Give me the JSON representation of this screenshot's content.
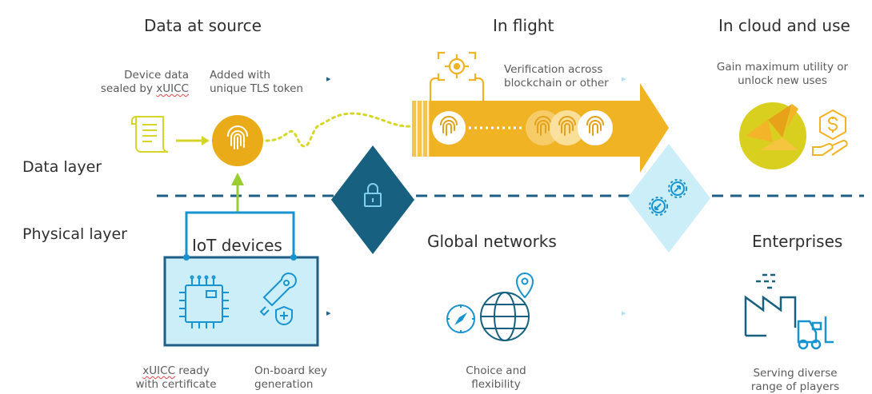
{
  "headings": {
    "source": "Data at source",
    "flight": "In flight",
    "cloud": "In cloud and use",
    "iot": "IoT devices",
    "networks": "Global networks",
    "enterprises": "Enterprises"
  },
  "layers": {
    "data": "Data layer",
    "physical": "Physical layer"
  },
  "captions": {
    "device_data_1": "Device data",
    "device_data_2_pre": "sealed by ",
    "device_data_2_sq": "xUICC",
    "tls_1": "Added with",
    "tls_2": "unique TLS token",
    "verify_1": "Verification across",
    "verify_2": "blockchain or other",
    "gain_1": "Gain maximum utility or",
    "gain_2": "unlock new uses",
    "cert_1_sq": "xUICC",
    "cert_1_post": " ready",
    "cert_2": "with certificate",
    "key_1": "On-board key",
    "key_2": "generation",
    "choice_1": "Choice and",
    "choice_2": "flexibility",
    "serve_1": "Serving diverse",
    "serve_2": "range of players"
  },
  "colors": {
    "gold": "#f0b323",
    "gold_dark": "#e2a11a",
    "lime": "#d6d62a",
    "teal_dark": "#17607f",
    "blue": "#1793d1",
    "light_blue": "#cbeef9",
    "dash": "#1f5f87"
  },
  "icons": {
    "scroll": "scroll-icon",
    "fingerprint": "fingerprint-icon",
    "target": "target-icon",
    "lock": "lock-icon",
    "gears": "gears-icon",
    "origami": "origami-bird-icon",
    "money_hand": "money-hand-icon",
    "chip": "chip-icon",
    "key": "key-shield-icon",
    "globe": "globe-pin-icon",
    "compass": "compass-icon",
    "factory": "factory-icon",
    "forklift": "forklift-icon"
  }
}
